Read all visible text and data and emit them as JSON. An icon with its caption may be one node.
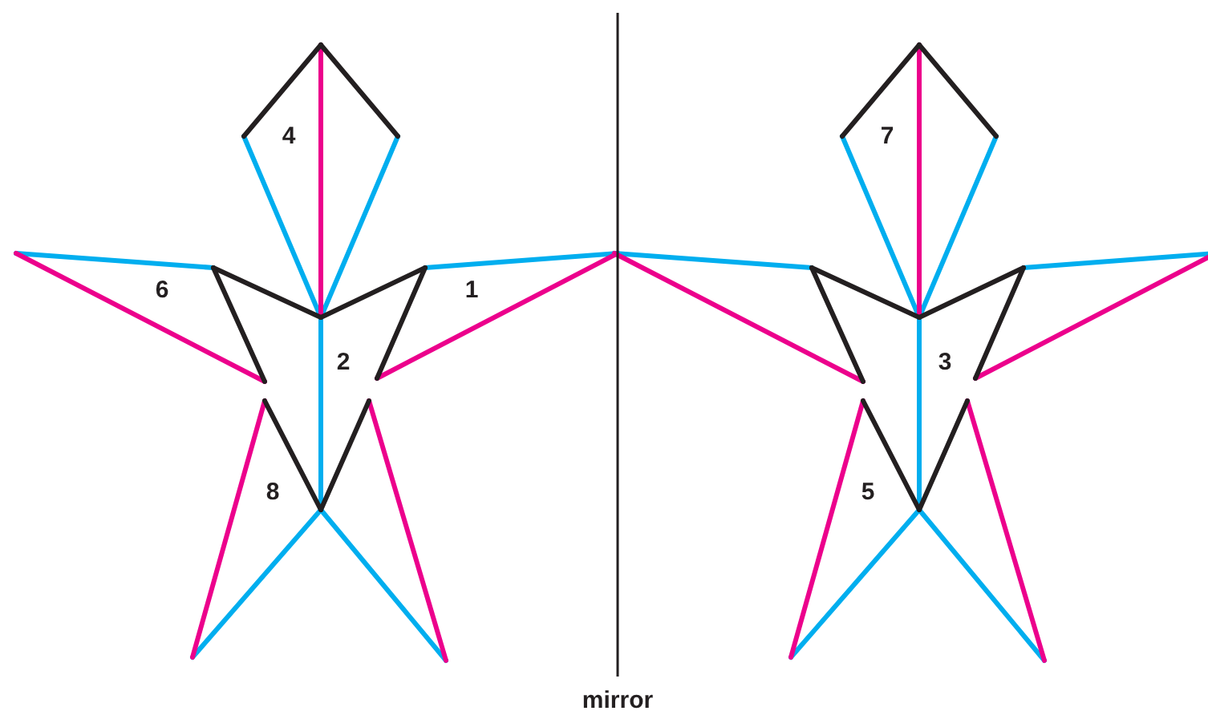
{
  "diagram": {
    "labels": [
      "4",
      "7",
      "6",
      "1",
      "2",
      "3",
      "8",
      "5",
      "mirror"
    ]
  }
}
